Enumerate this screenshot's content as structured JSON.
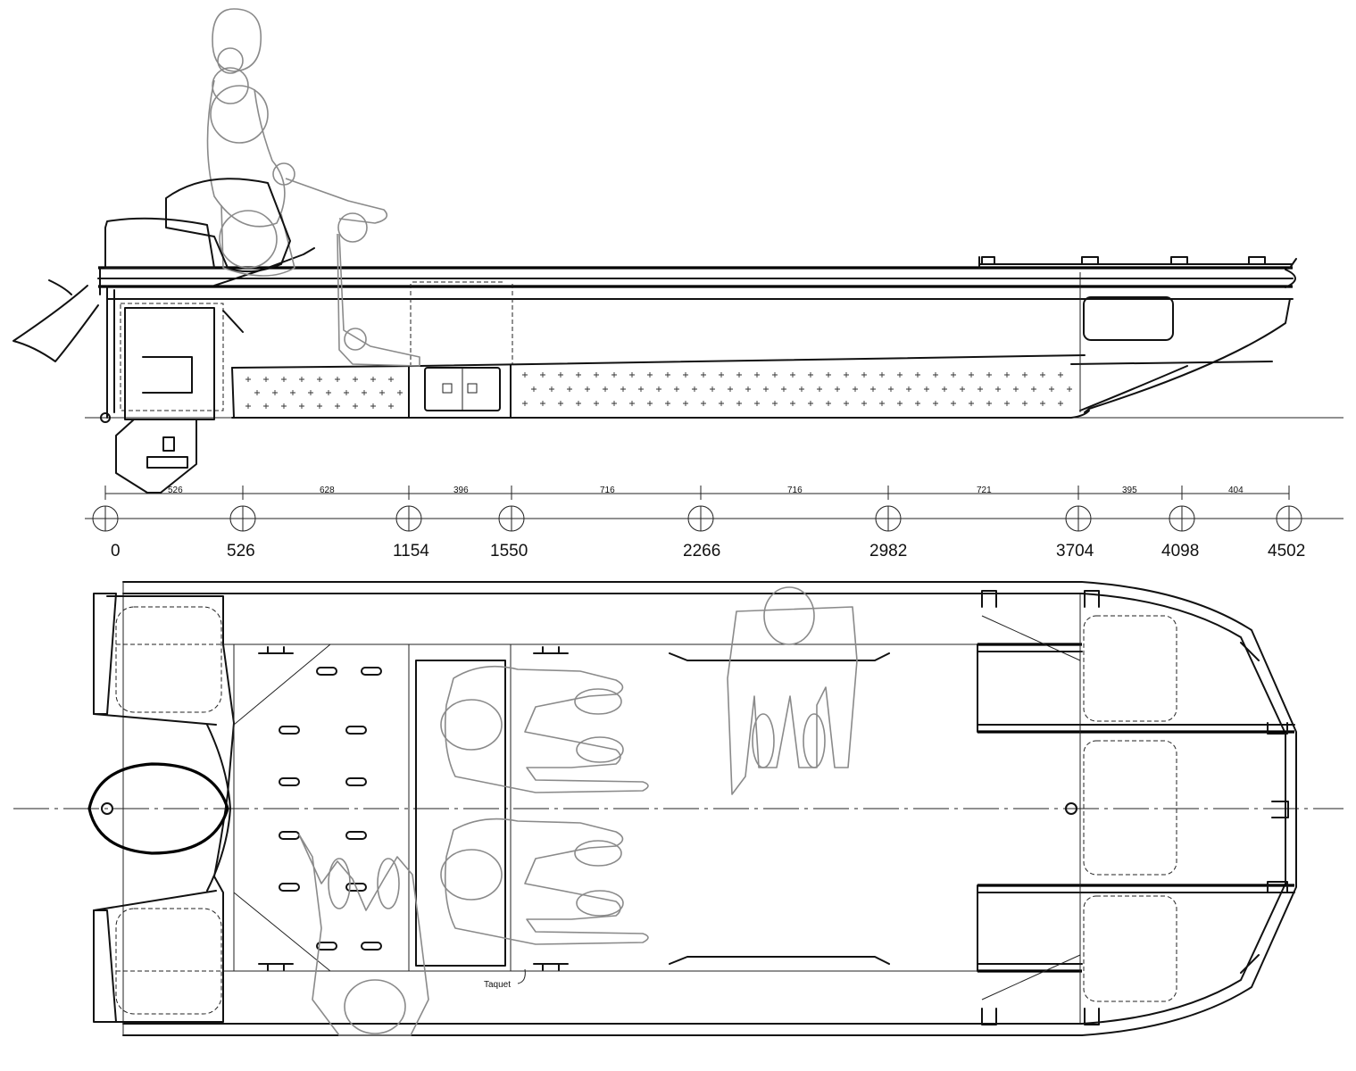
{
  "stations": [
    "0",
    "526",
    "1154",
    "1550",
    "2266",
    "2982",
    "3704",
    "4098",
    "4502"
  ],
  "dimensions": [
    "526",
    "628",
    "396",
    "716",
    "716",
    "721",
    "395",
    "404"
  ],
  "labels": {
    "cleat": "Taquet"
  }
}
